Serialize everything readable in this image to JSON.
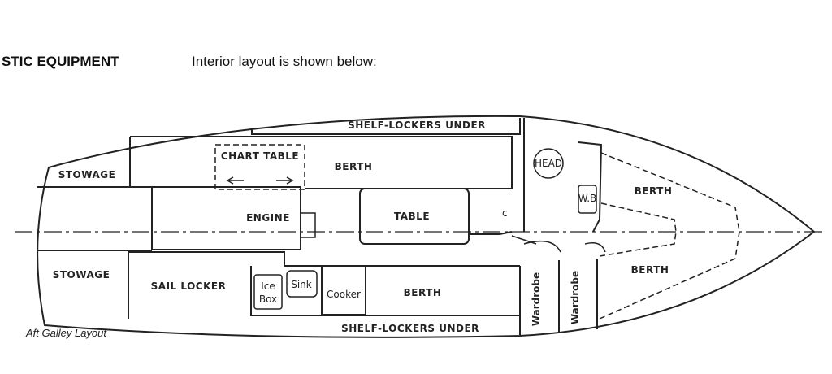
{
  "header": {
    "section_title": "STIC EQUIPMENT",
    "intro": "Interior layout is shown below:"
  },
  "diagram": {
    "labels": {
      "shelf_top": "SHELF-LOCKERS UNDER",
      "shelf_bottom": "SHELF-LOCKERS UNDER",
      "stowage_top": "STOWAGE",
      "stowage_bottom": "STOWAGE",
      "chart_table": "CHART TABLE",
      "berth_main": "BERTH",
      "engine": "ENGINE",
      "table": "TABLE",
      "sail_locker": "SAIL LOCKER",
      "ice_box_1": "Ice",
      "ice_box_2": "Box",
      "sink": "Sink",
      "cooker": "Cooker",
      "berth_galley": "BERTH",
      "head": "HEAD",
      "wash_basin": "W.B",
      "berth_fwd_top": "BERTH",
      "berth_fwd_bottom": "BERTH",
      "wardrobe_1": "Wardrobe",
      "wardrobe_2": "Wardrobe",
      "c_mark": "c"
    },
    "caption": "Aft Galley Layout"
  }
}
